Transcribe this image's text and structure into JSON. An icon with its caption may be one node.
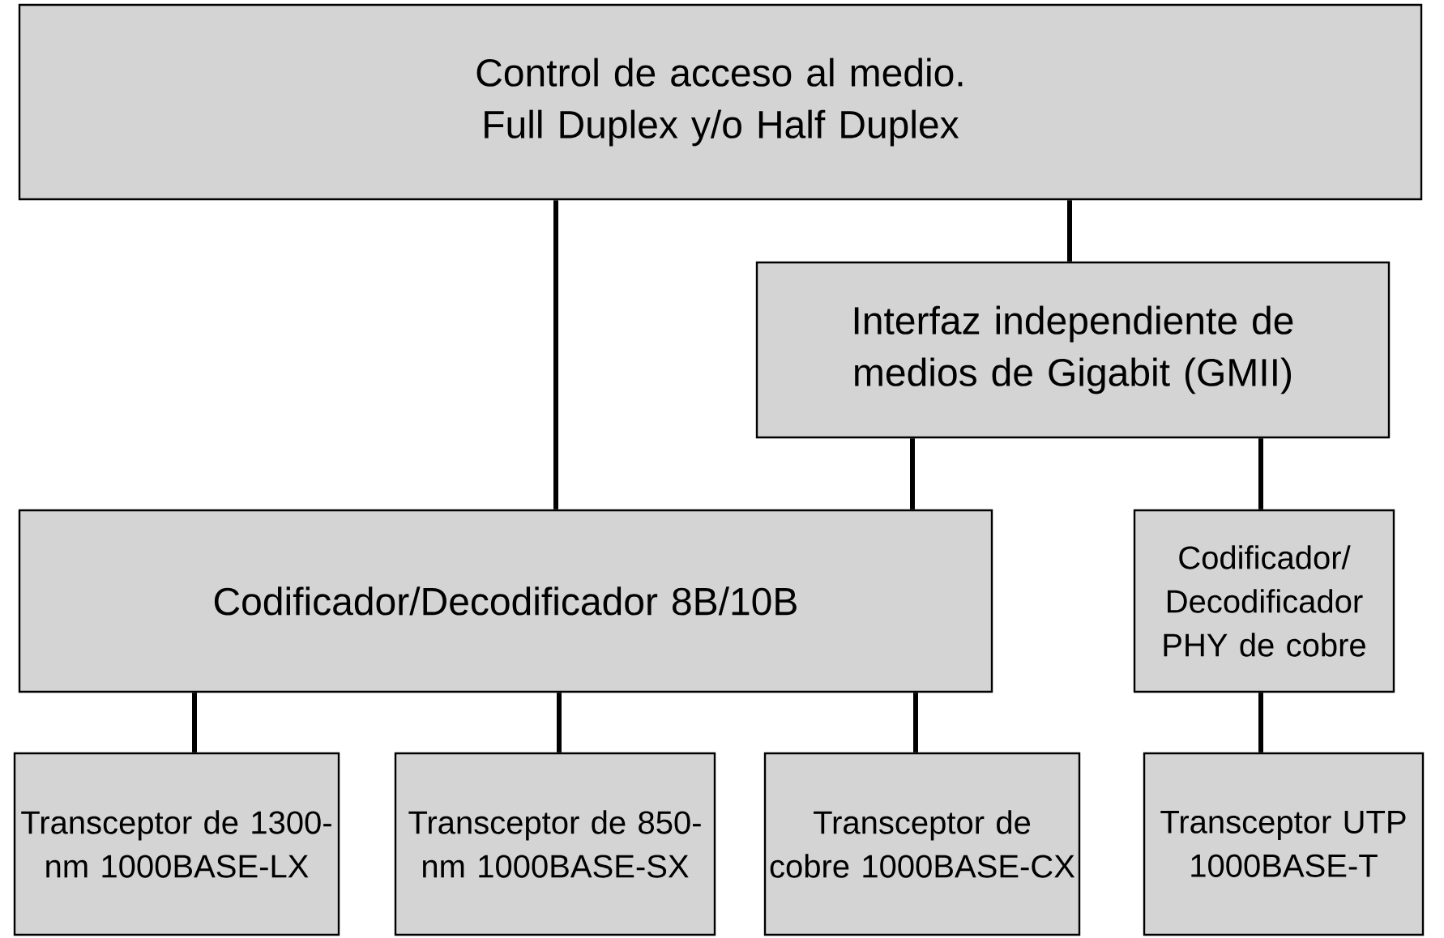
{
  "diagram": {
    "nodes": [
      {
        "text": [
          "Control de acceso al medio. Full Duplex y/o Half Duplex"
        ]
      },
      {
        "text": [
          "Interfaz independiente de medios de Gigabit (GMII)"
        ]
      },
      {
        "text": [
          "Codificador/Decodificador 8B/10B"
        ]
      },
      {
        "text": [
          "Codificador/ Decodificador PHY de cobre"
        ]
      },
      {
        "text": [
          "Transceptor de 1300-nm 1000BASE-LX"
        ]
      },
      {
        "text": [
          "Transceptor de 850-nm 1000BASE-SX"
        ]
      },
      {
        "text": [
          "Transceptor de cobre 1000BASE-CX"
        ]
      },
      {
        "text": [
          "Transceptor UTP 1000BASE-T"
        ]
      }
    ],
    "edges": [
      {
        "from": 0,
        "to": 2,
        "arrow": "none"
      },
      {
        "from": 0,
        "to": 1,
        "arrow": "none"
      },
      {
        "from": 1,
        "to": 2,
        "arrow": "none"
      },
      {
        "from": 1,
        "to": 3,
        "arrow": "none"
      },
      {
        "from": 2,
        "to": 4,
        "arrow": "none"
      },
      {
        "from": 2,
        "to": 5,
        "arrow": "none"
      },
      {
        "from": 2,
        "to": 6,
        "arrow": "none"
      },
      {
        "from": 3,
        "to": 7,
        "arrow": "none"
      }
    ]
  }
}
